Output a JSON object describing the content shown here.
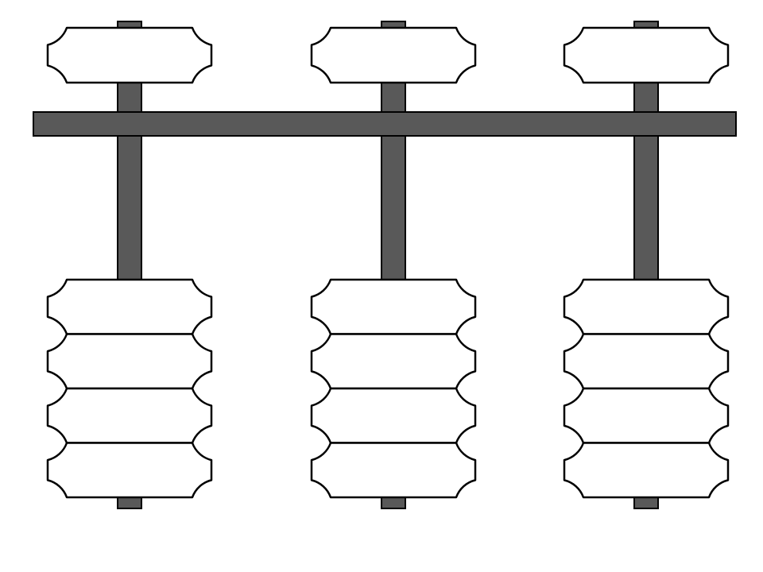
{
  "diagram": {
    "type": "abacus",
    "rods": [
      {
        "upper_beads": 1,
        "lower_beads": 4
      },
      {
        "upper_beads": 1,
        "lower_beads": 4
      },
      {
        "upper_beads": 1,
        "lower_beads": 4
      }
    ]
  },
  "colors": {
    "rod": "#595959",
    "beam": "#595959",
    "bead_fill": "#ffffff",
    "stroke": "#000000",
    "background": "#ffffff"
  }
}
